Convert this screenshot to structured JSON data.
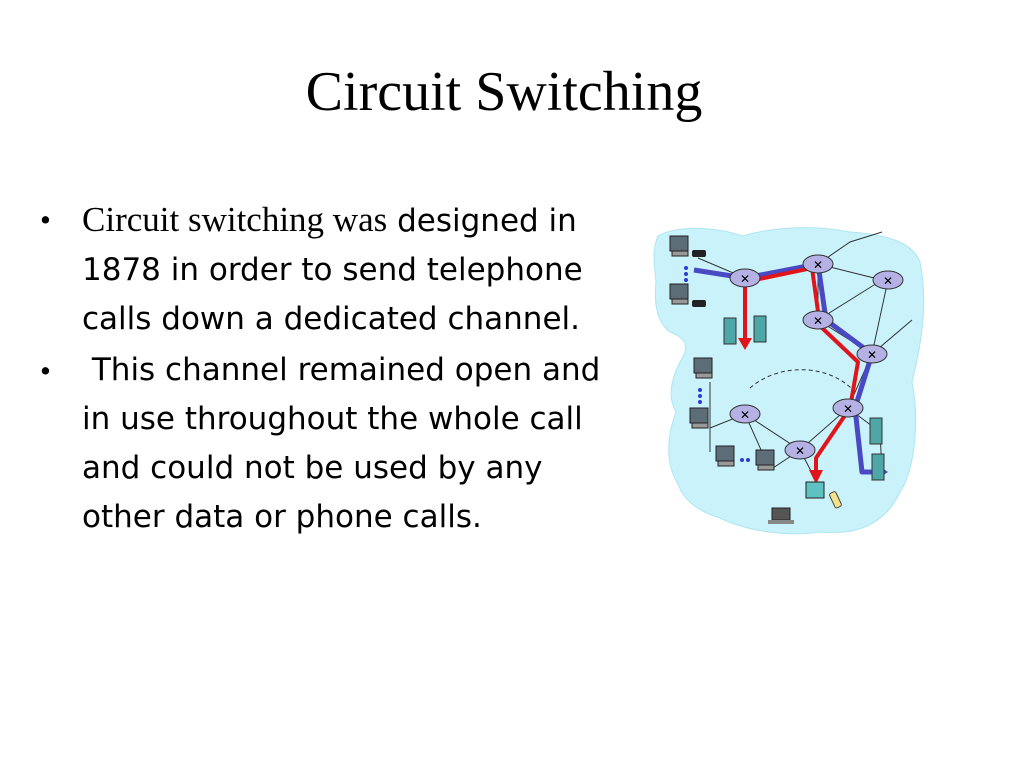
{
  "slide": {
    "title": "Circuit Switching",
    "bullet1": {
      "lead_serif": "Circuit switching was",
      "rest": " designed in 1878 in order to send telephone calls down a dedicated channel."
    },
    "bullet2": {
      "text": "This channel remained open and in use throughout the whole call and could not be used by any other data or phone calls."
    }
  },
  "diagram": {
    "path_colors": {
      "red": "#e0141b",
      "blue": "#4a49c4",
      "cloud": "#c9f2fb",
      "router": "#b6b1e4"
    },
    "icons": [
      "router-icon",
      "computer-icon",
      "telephone-icon",
      "server-icon",
      "laptop-icon",
      "wireless-phone-icon"
    ]
  }
}
